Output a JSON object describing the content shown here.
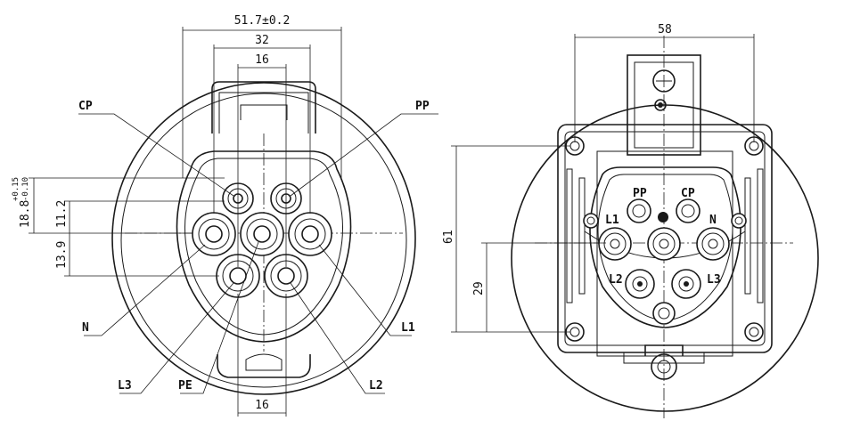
{
  "left_view": {
    "dimensions": {
      "overall_width": "51.7±0.2",
      "outer_spacing": "32",
      "inner_spacing": "16",
      "bottom_spacing": "16",
      "v_pitch_1": "11.2",
      "v_pitch_2": "13.9",
      "signal_offset": "18.8",
      "tol_plus": "+0.15",
      "tol_minus": "-0.10"
    },
    "pins": {
      "cp": "CP",
      "pp": "PP",
      "n": "N",
      "l1": "L1",
      "l2": "L2",
      "l3": "L3",
      "pe": "PE"
    }
  },
  "right_view": {
    "dimensions": {
      "width": "58",
      "height": "61",
      "lower_height": "29"
    },
    "pins": {
      "pp": "PP",
      "cp": "CP",
      "l1": "L1",
      "n": "N",
      "l2": "L2",
      "l3": "L3"
    }
  }
}
